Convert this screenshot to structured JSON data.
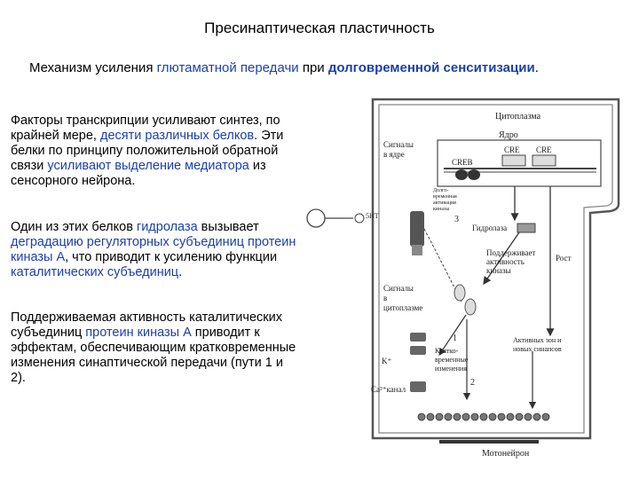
{
  "title": "Пресинаптическая пластичность",
  "intro": {
    "t1": "Механизм усиления ",
    "h1": "глютаматной передачи",
    "t2": " при ",
    "h2": "долговременной сенситизации",
    "t3": "."
  },
  "p1": {
    "t1": "Факторы транскрипции усиливают синтез, по крайней мере, ",
    "h1": "десяти различных белков",
    "t2": ". Эти белки по принципу положительной обратной связи ",
    "h2": "усиливают выделение медиатора",
    "t3": " из сенсорного нейрона."
  },
  "p2": {
    "t1": "Один из этих белков ",
    "h1": "гидролаза",
    "t2": " вызывает ",
    "h2": "деградацию регуляторных субъединиц протеин киназы А",
    "t3": ", что приводит к усилению функции ",
    "h3": "каталитических субъединиц",
    "t4": "."
  },
  "p3": {
    "t1": "Поддерживаемая активность каталитических субъединиц ",
    "h1": "протеин киназы А",
    "t2": " приводит к эффектам, обеспечивающим кратковременные изменения синаптической передачи (пути 1 и 2)."
  },
  "diagram": {
    "cytoplasm": "Цитоплазма",
    "nucleus": "Ядро",
    "signals_nucleus": [
      "Сигналы",
      "в ядре"
    ],
    "creb": "CREB",
    "cre1": "CRE",
    "cre2": "CRE",
    "num3": "3",
    "hydrolase": "Гидролаза",
    "maintains": [
      "Поддерживает",
      "активность",
      "киназы"
    ],
    "growth": "Рост",
    "signals_cyto": [
      "Сигналы",
      "в",
      "цитоплазме"
    ],
    "num1": "1",
    "num2": "2",
    "short_term": [
      "Кратко-",
      "временные",
      "изменения"
    ],
    "active_zones": [
      "Активных зон и",
      "новых синапсов"
    ],
    "ca_channel": "Ca²⁺канал",
    "k_label": "K⁺",
    "motoneuron": "Мотонейрон",
    "receptor_label": "5HT",
    "small_note": [
      "Долго-",
      "временная",
      "активация",
      "киназы"
    ]
  }
}
